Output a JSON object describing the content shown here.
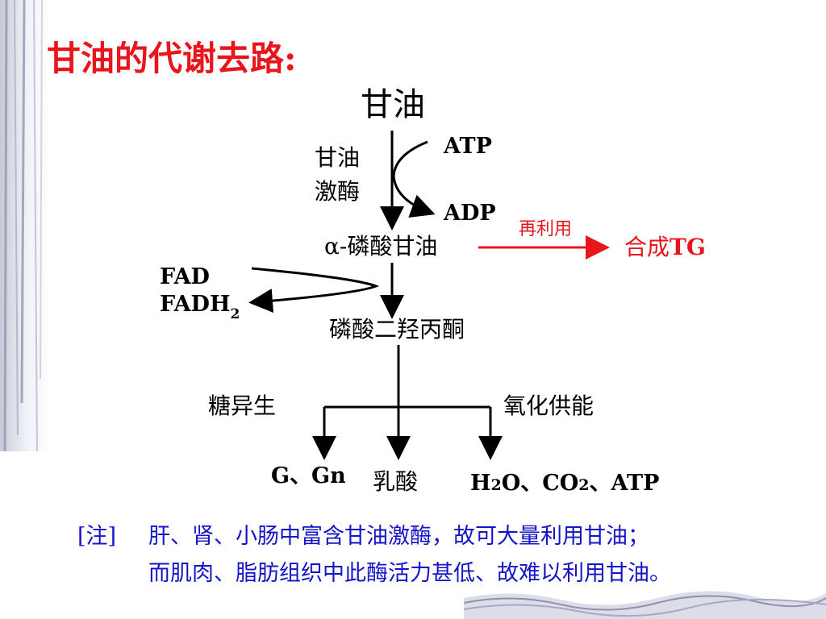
{
  "slide": {
    "title": "甘油的代谢去路:"
  },
  "nodes": {
    "glycerol": "甘油",
    "enzyme_line1": "甘油",
    "enzyme_line2": "激酶",
    "atp": "ATP",
    "adp": "ADP",
    "alpha": "α",
    "alpha_rest": "-磷酸甘油",
    "reuse": "再利用",
    "synth_tg_cn": "合成",
    "synth_tg_en": "TG",
    "fad": "FAD",
    "fadh": "FADH",
    "fadh_sub": "2",
    "dhap": "磷酸二羟丙酮",
    "gluconeo": "糖异生",
    "oxidation": "氧化供能",
    "g_gn": "G、Gn",
    "lactate": "乳酸",
    "prod_h": "H",
    "prod_h_sub": "2",
    "prod_o": "O、CO",
    "prod_co_sub": "2",
    "prod_atp": "、ATP"
  },
  "note": {
    "tag": "[注]",
    "line1": "肝、肾、小肠中富含甘油激酶，故可大量利用甘油；",
    "line2": "而肌肉、脂肪组织中此酶活力甚低、故难以利用甘油。"
  },
  "colors": {
    "title": "#e8161c",
    "reuse_arrow": "#e8161c",
    "note_text": "#1414c8",
    "text": "#000000"
  }
}
